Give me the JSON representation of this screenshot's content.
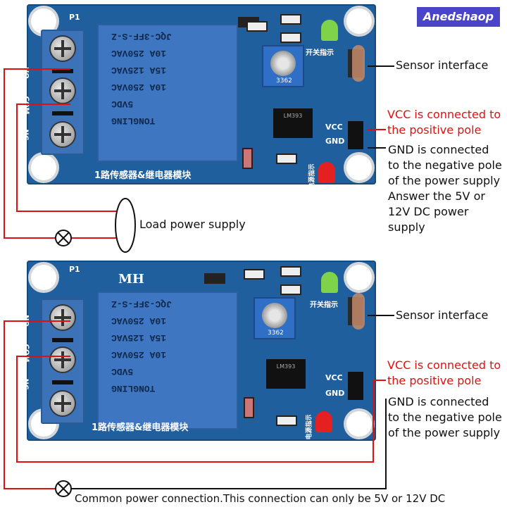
{
  "brand": "Anedshaop",
  "board": {
    "p1": "P1",
    "mh": "MH",
    "relay_lines": [
      "JQC-3FF-S-Z",
      "10A 250VAC",
      "15A 125VAC",
      "10A 250VAC",
      "5VDC",
      "TONGLING"
    ],
    "pot_label": "3362",
    "chip_label": "LM393",
    "bottom_label": "1路传感器&继电器模块",
    "switch_indicator": "开关指示",
    "power_indicator": "电源指示",
    "terminals": [
      "NO",
      "COM",
      "NC"
    ],
    "vcc": "VCC",
    "gnd": "GND"
  },
  "top_diagram": {
    "sensor_interface": "Sensor interface",
    "vcc_note": [
      "VCC is connected to",
      "the positive pole"
    ],
    "gnd_note": [
      "GND is connected",
      "to the negative pole",
      "of the power supply",
      "Answer the 5V or",
      "12V DC power",
      "supply"
    ],
    "load_power": "Load power supply"
  },
  "bottom_diagram": {
    "sensor_interface": "Sensor interface",
    "vcc_note": [
      "VCC is connected to",
      "the positive pole"
    ],
    "gnd_note": [
      "GND is connected",
      "to the negative pole",
      "of the power supply"
    ],
    "common_power": "Common power connection.This connection can only be 5V or 12V DC"
  },
  "colors": {
    "board": "#1f5f9e",
    "wire_red": "#e01010",
    "wire_black": "#111111",
    "brand_bg": "#4a44c8"
  }
}
